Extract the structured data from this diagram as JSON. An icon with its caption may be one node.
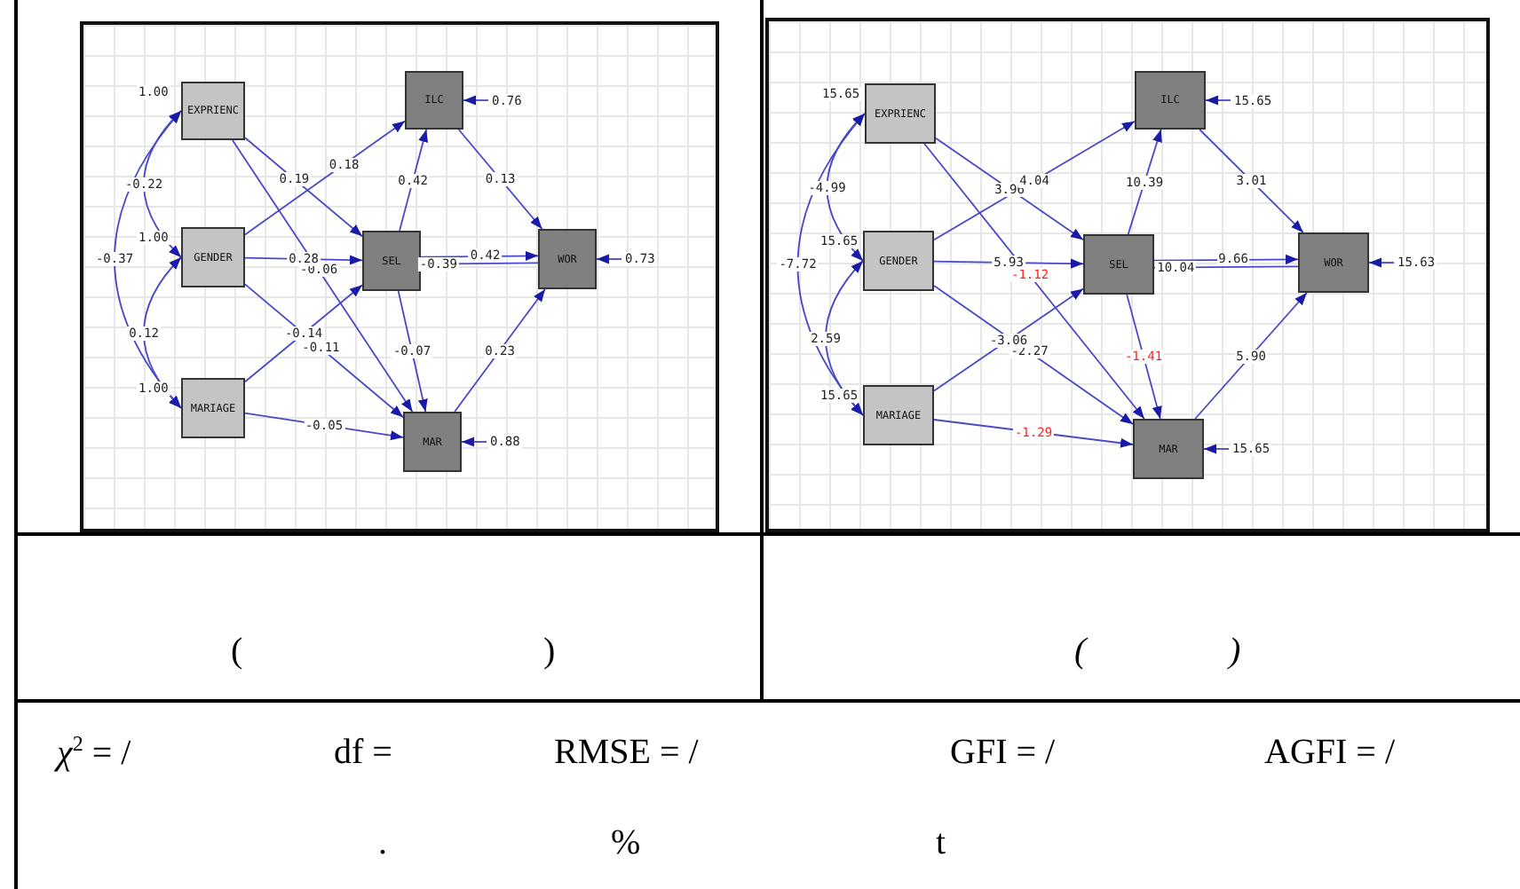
{
  "diagram": {
    "nodes": [
      {
        "text": [],
        "shape": "box"
      },
      {
        "text": [
          "EXPRIENC"
        ],
        "in": 0,
        "beside": [
          "1.00"
        ]
      },
      {
        "text": [
          "GENDER"
        ],
        "in": 0,
        "beside": [
          "1.00"
        ]
      },
      {
        "text": [
          "MARIAGE"
        ],
        "in": 0,
        "beside": [
          "1.00"
        ]
      },
      {
        "text": [
          "ILC"
        ],
        "in": 0
      },
      {
        "text": [
          "SEL"
        ],
        "in": 0
      },
      {
        "text": [
          "WOR"
        ],
        "in": 0
      },
      {
        "text": [
          "MAR"
        ],
        "in": 0
      },
      {
        "text": [],
        "shape": "box"
      },
      {
        "text": [
          "EXPRIENC"
        ],
        "in": 8,
        "beside": [
          "15.65"
        ]
      },
      {
        "text": [
          "GENDER"
        ],
        "in": 8,
        "beside": [
          "15.65"
        ]
      },
      {
        "text": [
          "MARIAGE"
        ],
        "in": 8,
        "beside": [
          "15.65"
        ]
      },
      {
        "text": [
          "ILC"
        ],
        "in": 8
      },
      {
        "text": [
          "SEL"
        ],
        "in": 8
      },
      {
        "text": [
          "WOR"
        ],
        "in": 8
      },
      {
        "text": [
          "MAR"
        ],
        "in": 8
      }
    ],
    "edges": [
      {
        "from": 1,
        "to": 2,
        "arrow": "both",
        "label": "-0.22"
      },
      {
        "from": 2,
        "to": 3,
        "arrow": "both",
        "label": "0.12"
      },
      {
        "from": 1,
        "to": 3,
        "arrow": "both",
        "label": "-0.37"
      },
      {
        "from": 1,
        "to": 5,
        "arrow": "to",
        "label": "0.19"
      },
      {
        "from": 1,
        "to": 7,
        "arrow": "to",
        "label": "-0.06"
      },
      {
        "from": 2,
        "to": 4,
        "arrow": "to",
        "label": "0.18"
      },
      {
        "from": 2,
        "to": 5,
        "arrow": "to",
        "label": "0.28"
      },
      {
        "from": 2,
        "to": 7,
        "arrow": "to",
        "label": "-0.11"
      },
      {
        "from": 3,
        "to": 5,
        "arrow": "to",
        "label": "-0.14"
      },
      {
        "from": 3,
        "to": 7,
        "arrow": "to",
        "label": "-0.05"
      },
      {
        "from": 5,
        "to": 4,
        "arrow": "to",
        "label": "0.42"
      },
      {
        "from": 4,
        "to": 6,
        "arrow": "to",
        "label": "0.13"
      },
      {
        "from": 5,
        "to": 6,
        "arrow": "to",
        "label": "0.42"
      },
      {
        "from": 6,
        "to": 5,
        "arrow": "to",
        "label": "-0.39"
      },
      {
        "from": 5,
        "to": 7,
        "arrow": "to",
        "label": "-0.07"
      },
      {
        "from": 7,
        "to": 6,
        "arrow": "to",
        "label": "0.23"
      },
      {
        "from": null,
        "to": 4,
        "arrow": "to",
        "label": "0.76"
      },
      {
        "from": null,
        "to": 6,
        "arrow": "to",
        "label": "0.73"
      },
      {
        "from": null,
        "to": 7,
        "arrow": "to",
        "label": "0.88"
      },
      {
        "from": 9,
        "to": 10,
        "arrow": "both",
        "label": "-4.99"
      },
      {
        "from": 10,
        "to": 11,
        "arrow": "both",
        "label": "2.59"
      },
      {
        "from": 9,
        "to": 11,
        "arrow": "both",
        "label": "-7.72"
      },
      {
        "from": 9,
        "to": 13,
        "arrow": "to",
        "label": "3.96"
      },
      {
        "from": 9,
        "to": 15,
        "arrow": "to",
        "label": "-1.12"
      },
      {
        "from": 10,
        "to": 12,
        "arrow": "to",
        "label": "4.04"
      },
      {
        "from": 10,
        "to": 13,
        "arrow": "to",
        "label": "5.93"
      },
      {
        "from": 10,
        "to": 15,
        "arrow": "to",
        "label": "-2.27"
      },
      {
        "from": 11,
        "to": 13,
        "arrow": "to",
        "label": "-3.06"
      },
      {
        "from": 11,
        "to": 15,
        "arrow": "to",
        "label": "-1.29"
      },
      {
        "from": 13,
        "to": 12,
        "arrow": "to",
        "label": "10.39"
      },
      {
        "from": 12,
        "to": 14,
        "arrow": "to",
        "label": "3.01"
      },
      {
        "from": 13,
        "to": 14,
        "arrow": "to",
        "label": "9.66"
      },
      {
        "from": 14,
        "to": 13,
        "arrow": "to",
        "label": "10.04"
      },
      {
        "from": 13,
        "to": 15,
        "arrow": "to",
        "label": "-1.41"
      },
      {
        "from": 15,
        "to": 14,
        "arrow": "to",
        "label": "5.90"
      },
      {
        "from": null,
        "to": 12,
        "arrow": "to",
        "label": "15.65"
      },
      {
        "from": null,
        "to": 14,
        "arrow": "to",
        "label": "15.63"
      },
      {
        "from": null,
        "to": 15,
        "arrow": "to",
        "label": "15.65"
      }
    ],
    "labels": [
      "(",
      ")",
      "(",
      ")",
      "*χ*$^{2}$ = /",
      "df =",
      "RMSE = /",
      "GFI = /",
      "AGFI = /",
      ".",
      "%",
      "t"
    ]
  }
}
